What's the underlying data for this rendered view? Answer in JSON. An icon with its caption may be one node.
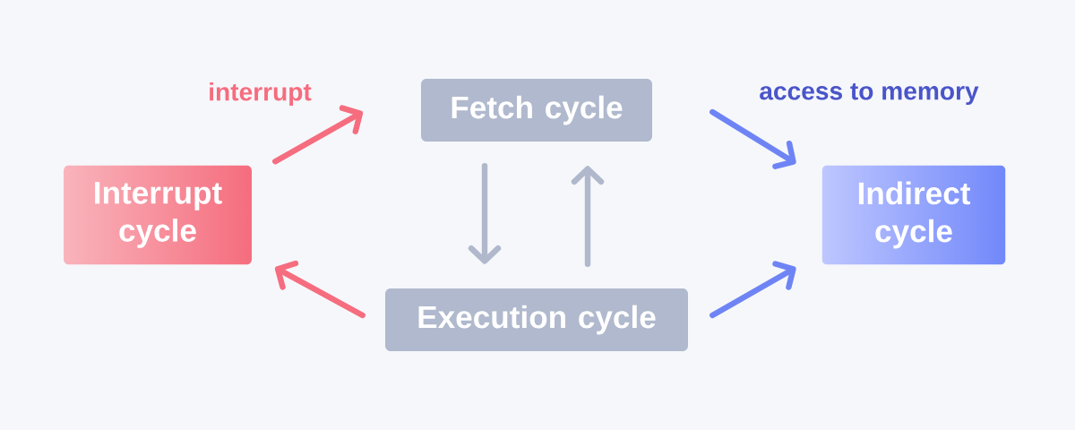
{
  "diagram": {
    "nodes": [
      {
        "text": [
          "Interrupt cycle"
        ]
      },
      {
        "text": [
          "Fetch cycle"
        ]
      },
      {
        "text": [
          "Execution cycle"
        ]
      },
      {
        "text": [
          "Indirect cycle"
        ]
      }
    ],
    "edges": [
      {
        "from": 0,
        "to": 1,
        "arrow": "to",
        "label": "interrupt",
        "color": "#f56d7e"
      },
      {
        "from": 1,
        "to": 2,
        "arrow": "to",
        "color": "#b0b8cc"
      },
      {
        "from": 2,
        "to": 1,
        "arrow": "to",
        "color": "#b0b8cc"
      },
      {
        "from": 1,
        "to": 3,
        "arrow": "to",
        "label": "access to memory",
        "color": "#6e84f5"
      },
      {
        "from": 2,
        "to": 0,
        "arrow": "to",
        "color": "#f56d7e"
      },
      {
        "from": 2,
        "to": 3,
        "arrow": "to",
        "color": "#6e84f5"
      }
    ]
  }
}
